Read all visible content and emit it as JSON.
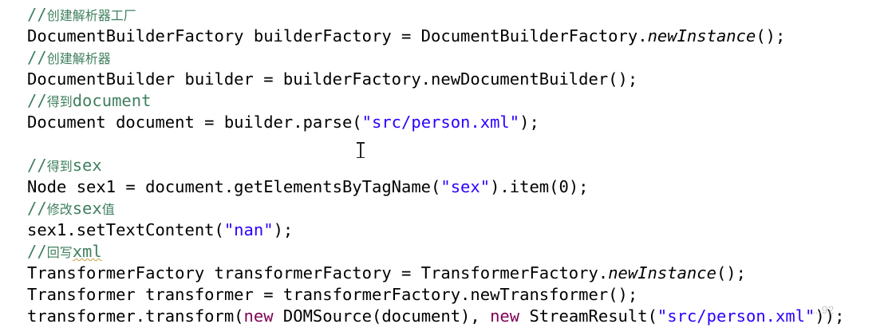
{
  "code": {
    "c1": "//",
    "c1_zh": "创建解析器工厂",
    "l1_a": "DocumentBuilderFactory builderFactory = DocumentBuilderFactory.",
    "l1_b": "newInstance",
    "l1_c": "();",
    "c2": "//",
    "c2_zh": "创建解析器",
    "l2": "DocumentBuilder builder = builderFactory.newDocumentBuilder();",
    "c3": "//",
    "c3_zh": "得到",
    "c3_en": "document",
    "l3_a": "Document document = builder.parse(",
    "l3_str": "\"src/person.xml\"",
    "l3_c": ");",
    "c4": "//",
    "c4_zh": "得到",
    "c4_en": "sex",
    "l4_a": "Node sex1 = document.getElementsByTagName(",
    "l4_str": "\"sex\"",
    "l4_c": ").item(0);",
    "c5": "//",
    "c5_zh": "修改",
    "c5_en": "sex",
    "c5_zh2": "值",
    "l5_a": "sex1.setTextContent(",
    "l5_str": "\"nan\"",
    "l5_c": ");",
    "c6": "//",
    "c6_zh": "回写",
    "c6_en": "xml",
    "l6_a": "TransformerFactory transformerFactory = TransformerFactory.",
    "l6_b": "newInstance",
    "l6_c": "();",
    "l7": "Transformer transformer = transformerFactory.newTransformer();",
    "l8_a": "transformer.transform(",
    "l8_kw1": "new",
    "l8_b": " DOMSource(document), ",
    "l8_kw2": "new",
    "l8_c": " StreamResult(",
    "l8_str": "\"src/person.xml\"",
    "l8_d": "));"
  },
  "watermark": "...92"
}
